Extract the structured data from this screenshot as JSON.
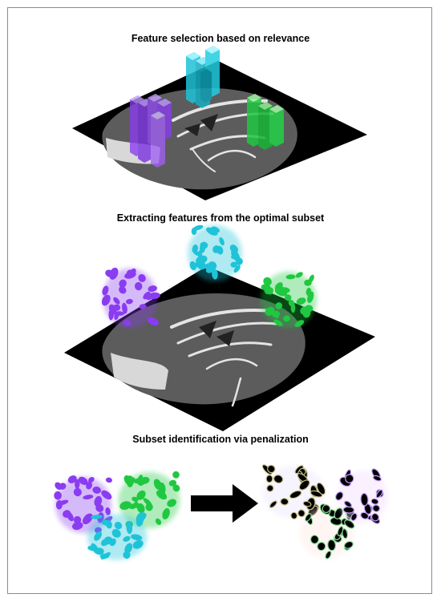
{
  "figure": {
    "panels": [
      {
        "title": "Feature selection based on relevance"
      },
      {
        "title": "Extracting features from the optimal subset"
      },
      {
        "title": "Subset identification via penalization"
      }
    ]
  },
  "colors": {
    "purple": "#8a3cf0",
    "cyan": "#1fc3d8",
    "green": "#1fc840",
    "plane": "#000000",
    "tissue": "#5a5a5a",
    "highlight": "#d8d8d8"
  },
  "icons": [
    "arrow-right-icon"
  ]
}
